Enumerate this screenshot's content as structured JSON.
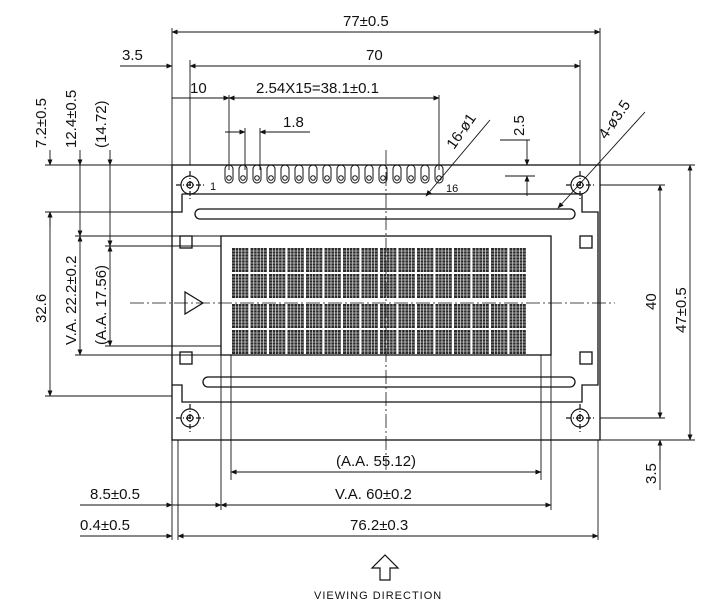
{
  "colors": {
    "ink": "#111111",
    "paper": "#ffffff"
  },
  "dimensions": {
    "overall_width": "77±0.5",
    "hole_pitch_x": "70",
    "hole_offset_x": "3.5",
    "pin1_offset": "10",
    "pin_pitch": "2.54X15=38.1±0.1",
    "pin_spacing": "1.8",
    "pin_hole": "16-ø1",
    "pin_height": "2.5",
    "mount_hole": "4-ø3.5",
    "top_to_va": "7.2±0.5",
    "top_to_aa": "12.4±0.5",
    "top_to_aa_ref": "(14.72)",
    "frame_height": "32.6",
    "va_height": "V.A. 22.2±0.2",
    "aa_height": "(A.A. 17.56)",
    "hole_pitch_y": "40",
    "overall_height": "47±0.5",
    "hole_offset_y": "3.5",
    "aa_width": "(A.A. 55.12)",
    "left_to_va": "8.5±0.5",
    "va_width": "V.A. 60±0.2",
    "left_to_frame": "0.4±0.5",
    "frame_width": "76.2±0.3"
  },
  "pin_labels": {
    "first": "1",
    "last": "16"
  },
  "lcd": {
    "rows": 2,
    "columns": 16
  },
  "viewing_direction_label": "VIEWING DIRECTION",
  "icons": {
    "viewing_direction": "up-arrow-outline-icon",
    "backlight": "triangle-icon"
  }
}
